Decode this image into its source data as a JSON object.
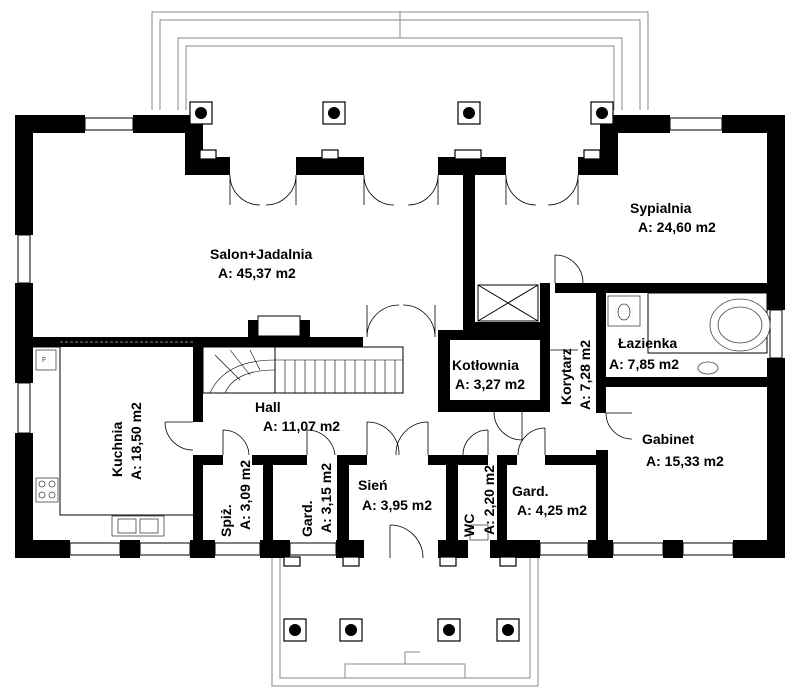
{
  "rooms": [
    {
      "id": "salon",
      "name": "Salon+Jadalnia",
      "area": "A: 45,37 m2"
    },
    {
      "id": "sypialnia",
      "name": "Sypialnia",
      "area": "A: 24,60 m2"
    },
    {
      "id": "kotlownia",
      "name": "Kotłownia",
      "area": "A: 3,27 m2"
    },
    {
      "id": "korytarz",
      "name": "Korytarz",
      "area": "A: 7,28 m2"
    },
    {
      "id": "lazienka",
      "name": "Łazienka",
      "area": "A: 7,85 m2"
    },
    {
      "id": "kuchnia",
      "name": "Kuchnia",
      "area": "A: 18,50 m2"
    },
    {
      "id": "hall",
      "name": "Hall",
      "area": "A: 11,07 m2"
    },
    {
      "id": "gabinet",
      "name": "Gabinet",
      "area": "A: 15,33 m2"
    },
    {
      "id": "spizarnia",
      "name": "Spiż.",
      "area": "A: 3,09 m2"
    },
    {
      "id": "garderoba1",
      "name": "Gard.",
      "area": "A: 3,15 m2"
    },
    {
      "id": "sien",
      "name": "Sień",
      "area": "A: 3,95 m2"
    },
    {
      "id": "wc",
      "name": "WC",
      "area": "A: 2,20 m2"
    },
    {
      "id": "garderoba2",
      "name": "Gard.",
      "area": "A: 4,25 m2"
    }
  ],
  "fixtures": {
    "fridge_label": "F"
  }
}
